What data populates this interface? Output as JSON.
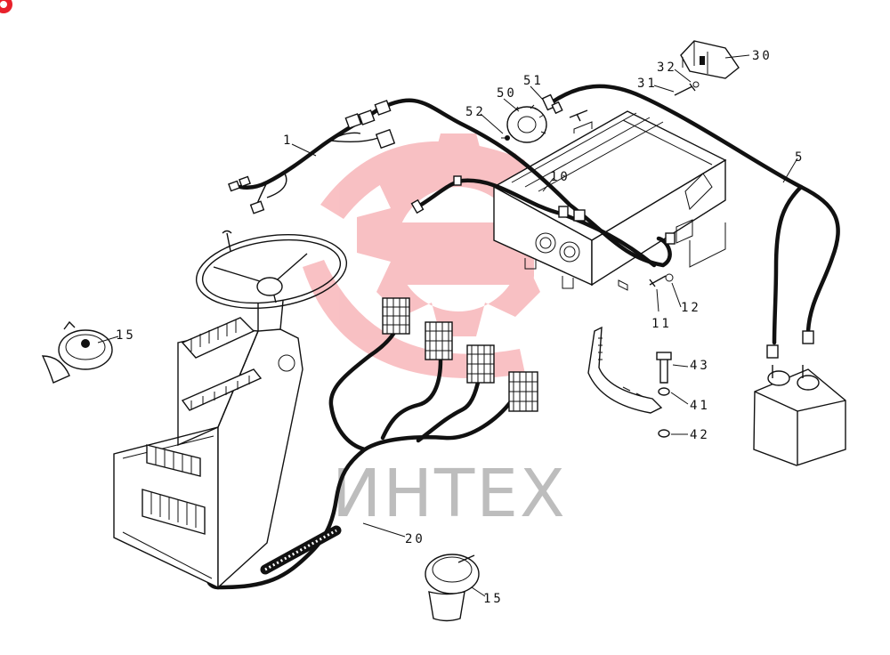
{
  "watermark": {
    "text": "ИНТЕХ",
    "color": "#e8212b"
  },
  "labels": [
    {
      "id": "1",
      "text": "1"
    },
    {
      "id": "5",
      "text": "5"
    },
    {
      "id": "10",
      "text": "10"
    },
    {
      "id": "11",
      "text": "11"
    },
    {
      "id": "12",
      "text": "12"
    },
    {
      "id": "15a",
      "text": "15"
    },
    {
      "id": "15b",
      "text": "15"
    },
    {
      "id": "20",
      "text": "20"
    },
    {
      "id": "30",
      "text": "30"
    },
    {
      "id": "31",
      "text": "31"
    },
    {
      "id": "32",
      "text": "32"
    },
    {
      "id": "41",
      "text": "41"
    },
    {
      "id": "42",
      "text": "42"
    },
    {
      "id": "43",
      "text": "43"
    },
    {
      "id": "50",
      "text": "50"
    },
    {
      "id": "51",
      "text": "51"
    },
    {
      "id": "52",
      "text": "52"
    }
  ]
}
